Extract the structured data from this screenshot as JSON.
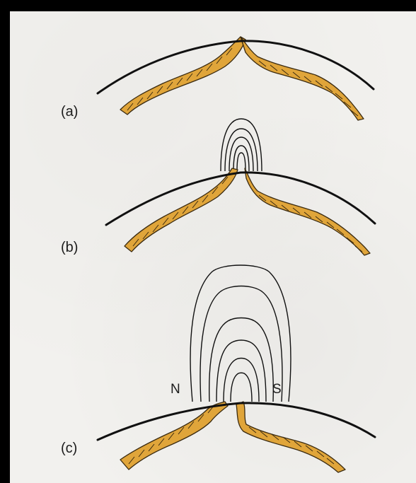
{
  "panels": [
    {
      "id": "a",
      "label": "(a)"
    },
    {
      "id": "b",
      "label": "(b)"
    },
    {
      "id": "c",
      "label": "(c)",
      "poles": {
        "north": "N",
        "south": "S"
      }
    }
  ],
  "colors": {
    "flux_tube": "#e0a53a",
    "outline": "#111111",
    "background": "#f2f1ee",
    "border": "#000000"
  }
}
